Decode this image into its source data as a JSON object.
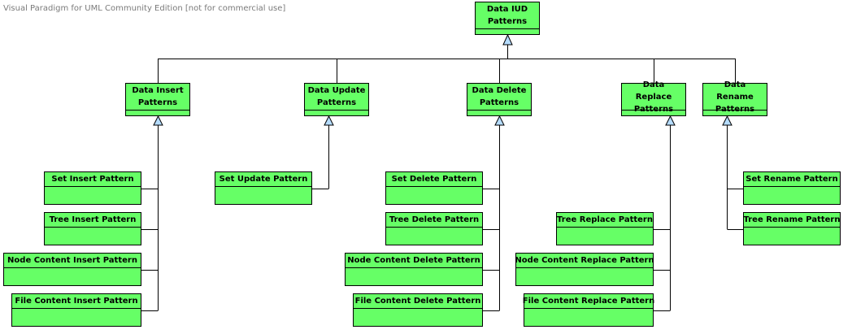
{
  "watermark": "Visual Paradigm for UML Community Edition [not for commercial use]",
  "colors": {
    "class_fill": "#66ff66",
    "line": "#000000",
    "arrow_fill": "#b5dcff"
  },
  "classes": {
    "root": "Data IUD Patterns",
    "insert": "Data Insert Patterns",
    "update": "Data Update Patterns",
    "delete": "Data Delete Patterns",
    "replace": "Data Replace Patterns",
    "rename": "Data Rename Patterns",
    "set_insert": "Set Insert Pattern",
    "tree_insert": "Tree Insert Pattern",
    "node_insert": "Node Content Insert Pattern",
    "file_insert": "File Content Insert Pattern",
    "set_update": "Set Update Pattern",
    "set_delete": "Set Delete Pattern",
    "tree_delete": "Tree Delete Pattern",
    "node_delete": "Node Content Delete Pattern",
    "file_delete": "File Content Delete Pattern",
    "tree_replace": "Tree Replace Pattern",
    "node_replace": "Node Content Replace Pattern",
    "file_replace": "File Content Replace Pattern",
    "set_rename": "Set Rename Pattern",
    "tree_rename": "Tree Rename Pattern"
  }
}
